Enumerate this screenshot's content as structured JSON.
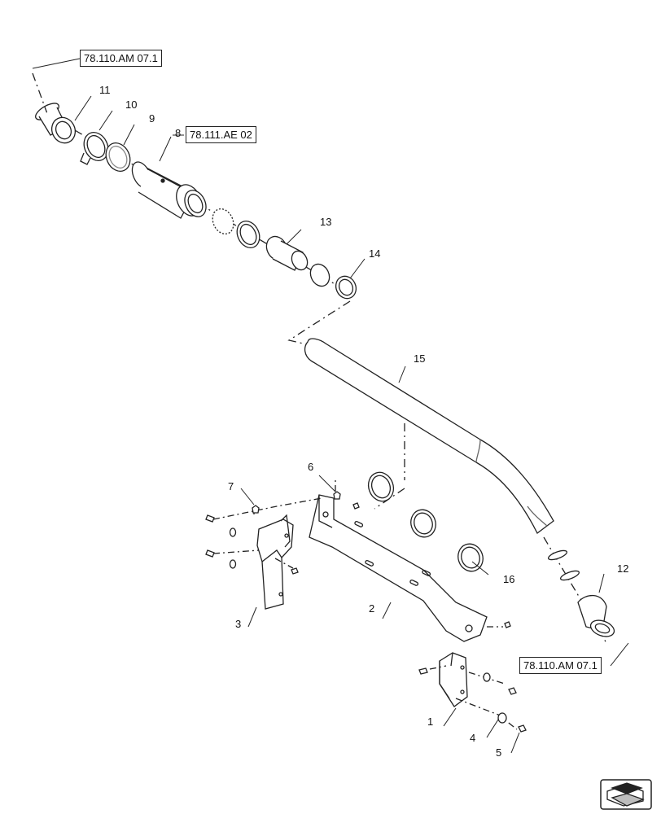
{
  "references": {
    "top_ref": "78.110.AM 07.1",
    "mid_ref": "78.111.AE 02",
    "bottom_ref": "78.110.AM 07.1"
  },
  "callouts": {
    "c1": "1",
    "c2": "2",
    "c3": "3",
    "c4": "4",
    "c5": "5",
    "c6": "6",
    "c7": "7",
    "c8": "8",
    "c9": "9",
    "c10": "10",
    "c11": "11",
    "c12": "12",
    "c13": "13",
    "c14": "14",
    "c15": "15",
    "c16": "16"
  },
  "nav_icon": "arrow-navigation-icon",
  "colors": {
    "line": "#222222",
    "paper": "#ffffff",
    "shade": "#bdbdbd"
  }
}
